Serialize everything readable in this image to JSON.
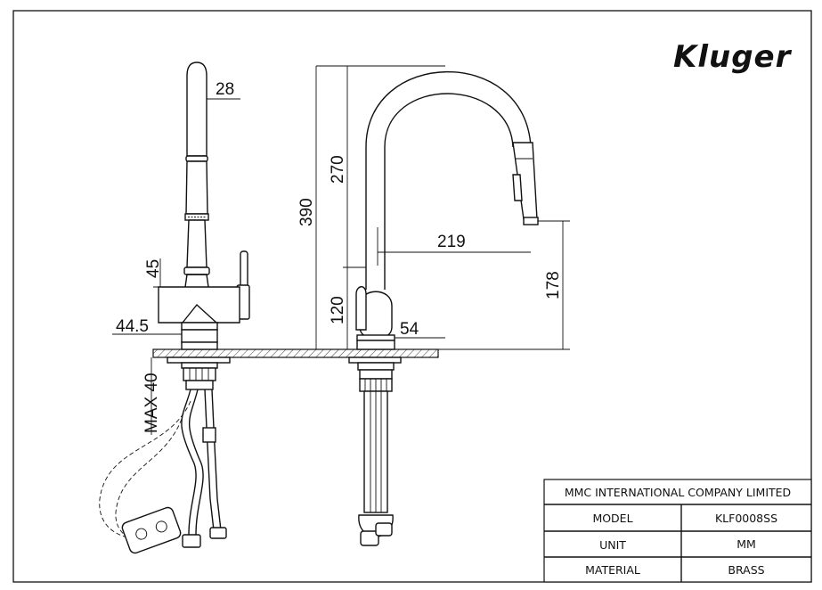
{
  "logo": {
    "text": "Kluger"
  },
  "dimensions": {
    "spout_diameter": "28",
    "lever_height": "45",
    "base_width": "44.5",
    "max_mount": "MAX 40",
    "total_height": "390",
    "upper_height": "270",
    "lower_height": "120",
    "reach": "219",
    "spout_height": "178",
    "base_diameter": "54"
  },
  "title_block": {
    "company": "MMC INTERNATIONAL COMPANY LIMITED",
    "rows": [
      {
        "label": "MODEL",
        "value": "KLF0008SS"
      },
      {
        "label": "UNIT",
        "value": "MM"
      },
      {
        "label": "MATERIAL",
        "value": "BRASS"
      }
    ]
  }
}
